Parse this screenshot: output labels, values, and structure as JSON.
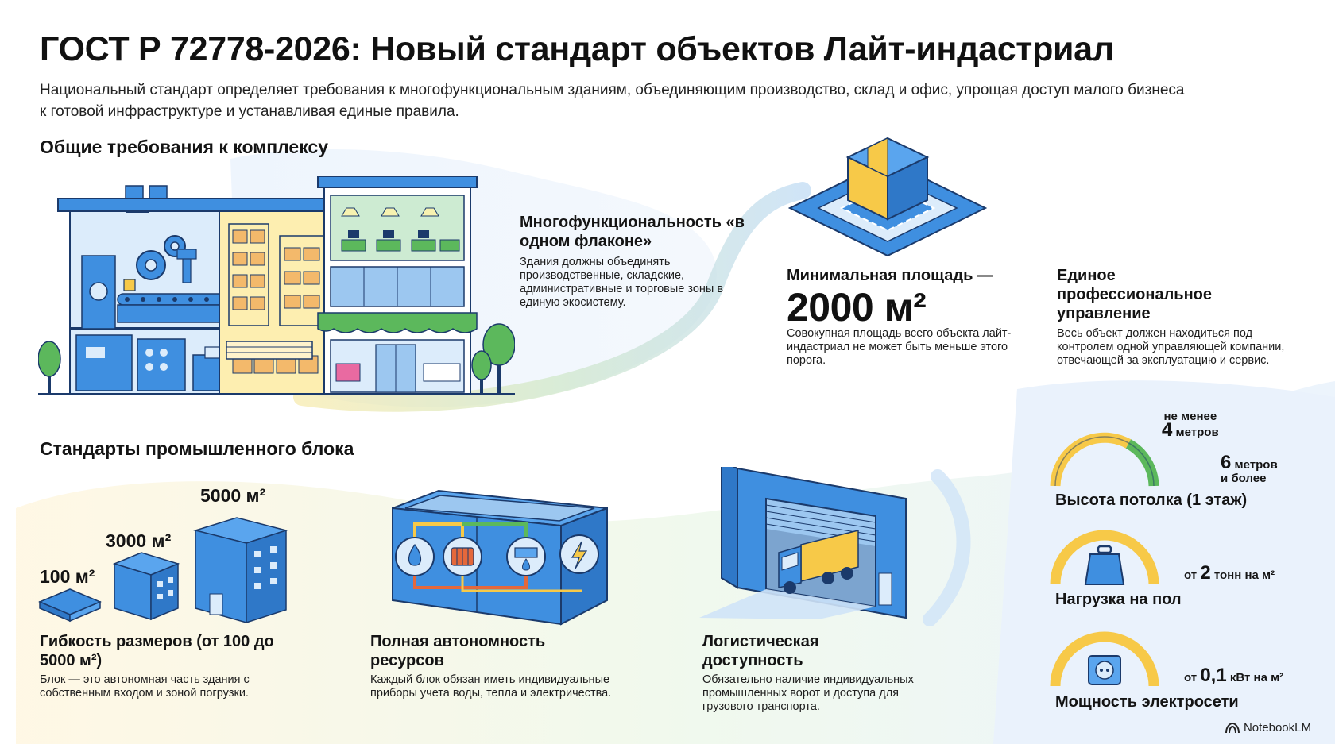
{
  "title": "ГОСТ Р 72778-2026: Новый стандарт объектов Лайт-индастриал",
  "subtitle": "Национальный стандарт определяет требования к многофункциональным зданиям, объединяющим производство, склад и офис, упрощая доступ малого бизнеса к готовой инфраструктуре и устанавливая единые правила.",
  "section_general": "Общие требования к комплексу",
  "section_industrial": "Стандарты промышленного блока",
  "multifunctional": {
    "title": "Многофункциональность «в одном флаконе»",
    "desc": "Здания должны объединять производственные, складские, административные и торговые зоны в единую экосистему."
  },
  "min_area": {
    "title": "Минимальная площадь —",
    "value": "2000 м²",
    "desc": "Совокупная площадь всего объекта лайт-индастриал не может быть меньше этого порога."
  },
  "management": {
    "title": "Единое профессиональное управление",
    "desc": "Весь объект должен находиться под контролем одной управляющей компании, отвечающей за эксплуатацию и сервис."
  },
  "sizes": {
    "labels": [
      "100 м²",
      "3000 м²",
      "5000 м²"
    ],
    "title": "Гибкость размеров (от 100 до 5000 м²)",
    "desc": "Блок — это автономная часть здания с собственным входом и зоной погрузки."
  },
  "autonomy": {
    "title": "Полная автономность ресурсов",
    "desc": "Каждый блок обязан иметь индивидуальные приборы учета воды, тепла и электричества."
  },
  "logistics": {
    "title": "Логистическая доступность",
    "desc": "Обязательно наличие индивидуальных промышленных ворот и доступа для грузового транспорта."
  },
  "metrics": {
    "ceiling": {
      "label": "Высота потолка (1 этаж)",
      "min_prefix": "не менее",
      "min_num": "4",
      "min_unit": "метров",
      "max_num": "6",
      "max_unit": "метров",
      "max_suffix": "и более"
    },
    "floor": {
      "label": "Нагрузка на пол",
      "prefix": "от",
      "num": "2",
      "unit": "тонн на м²"
    },
    "power": {
      "label": "Мощность электросети",
      "prefix": "от",
      "num": "0,1",
      "unit": "кВт на м²"
    }
  },
  "brand": "NotebookLM",
  "icons": [
    "gear-icon",
    "box-icon",
    "water-drop-icon",
    "radiator-icon",
    "meter-icon",
    "lightning-icon",
    "truck-icon",
    "weight-icon",
    "socket-icon",
    "tree-icon",
    "notebooklm-logo-icon"
  ],
  "colors": {
    "blue": "#3f8fe0",
    "light_blue": "#dcecfb",
    "yellow": "#f7c948",
    "green": "#5cb85c",
    "text": "#141414"
  }
}
